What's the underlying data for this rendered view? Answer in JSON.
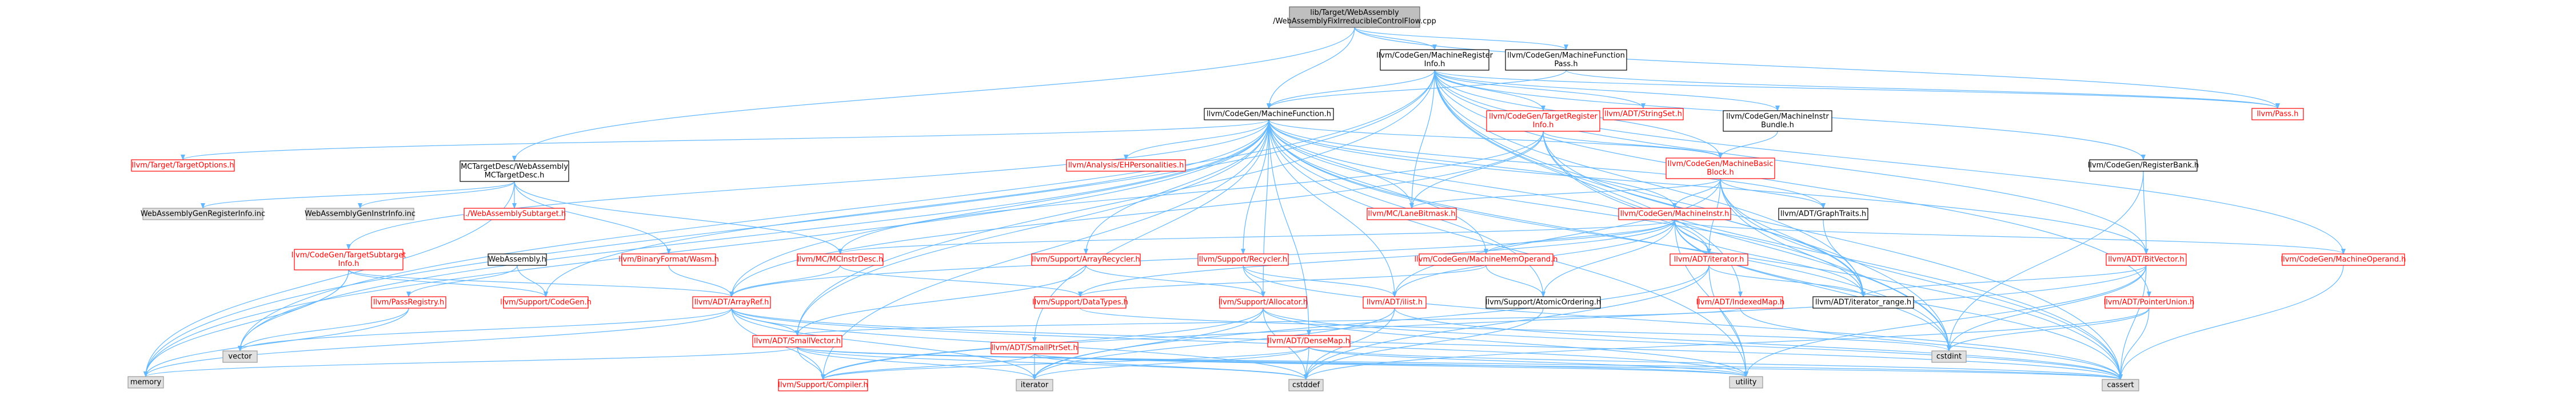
{
  "colors": {
    "edge": "#63b8ff",
    "root_fill": "#bfbfbf",
    "root_border": "#666666",
    "local_border": "#000000",
    "missing_border": "#ff0000",
    "system_fill": "#e0e0e0",
    "system_border": "#999999",
    "label_normal": "#000000",
    "label_missing": "#ff0000"
  },
  "nodes": [
    {
      "id": "root",
      "lines": [
        "lib/Target/WebAssembly",
        "/WebAssemblyFixIrreducibleControlFlow.cpp"
      ],
      "style": "root"
    },
    {
      "id": "mri",
      "lines": [
        "llvm/CodeGen/MachineRegister",
        "Info.h"
      ],
      "style": "local"
    },
    {
      "id": "mfpass",
      "lines": [
        "llvm/CodeGen/MachineFunction",
        "Pass.h"
      ],
      "style": "local"
    },
    {
      "id": "mcdesc",
      "lines": [
        "MCTargetDesc/WebAssembly",
        "MCTargetDesc.h"
      ],
      "style": "local"
    },
    {
      "id": "mf",
      "lines": [
        "llvm/CodeGen/MachineFunction.h"
      ],
      "style": "local"
    },
    {
      "id": "pass",
      "lines": [
        "llvm/Pass.h"
      ],
      "style": "missing"
    },
    {
      "id": "tri",
      "lines": [
        "llvm/CodeGen/TargetRegister",
        "Info.h"
      ],
      "style": "missing"
    },
    {
      "id": "stringset",
      "lines": [
        "llvm/ADT/StringSet.h"
      ],
      "style": "missing"
    },
    {
      "id": "mib",
      "lines": [
        "llvm/CodeGen/MachineInstr",
        "Bundle.h"
      ],
      "style": "local"
    },
    {
      "id": "regbank",
      "lines": [
        "llvm/CodeGen/RegisterBank.h"
      ],
      "style": "local"
    },
    {
      "id": "targetopt",
      "lines": [
        "llvm/Target/TargetOptions.h"
      ],
      "style": "missing"
    },
    {
      "id": "ehpers",
      "lines": [
        "llvm/Analysis/EHPersonalities.h"
      ],
      "style": "missing"
    },
    {
      "id": "mbb",
      "lines": [
        "llvm/CodeGen/MachineBasic",
        "Block.h"
      ],
      "style": "missing"
    },
    {
      "id": "genreg",
      "lines": [
        "WebAssemblyGenRegisterInfo.inc"
      ],
      "style": "system"
    },
    {
      "id": "geninstr",
      "lines": [
        "WebAssemblyGenInstrInfo.inc"
      ],
      "style": "system"
    },
    {
      "id": "wasmsub",
      "lines": [
        "../WebAssemblySubtarget.h"
      ],
      "style": "missing"
    },
    {
      "id": "lanebm",
      "lines": [
        "llvm/MC/LaneBitmask.h"
      ],
      "style": "missing"
    },
    {
      "id": "mi",
      "lines": [
        "llvm/CodeGen/MachineInstr.h"
      ],
      "style": "missing"
    },
    {
      "id": "graphtraits",
      "lines": [
        "llvm/ADT/GraphTraits.h"
      ],
      "style": "local"
    },
    {
      "id": "tsi",
      "lines": [
        "llvm/CodeGen/TargetSubtarget",
        "Info.h"
      ],
      "style": "missing"
    },
    {
      "id": "wasm",
      "lines": [
        "WebAssembly.h"
      ],
      "style": "local"
    },
    {
      "id": "binwasm",
      "lines": [
        "llvm/BinaryFormat/Wasm.h"
      ],
      "style": "missing"
    },
    {
      "id": "mcinstr",
      "lines": [
        "llvm/MC/MCInstrDesc.h"
      ],
      "style": "missing"
    },
    {
      "id": "arrrec",
      "lines": [
        "llvm/Support/ArrayRecycler.h"
      ],
      "style": "missing"
    },
    {
      "id": "recycler",
      "lines": [
        "llvm/Support/Recycler.h"
      ],
      "style": "missing"
    },
    {
      "id": "mmo",
      "lines": [
        "llvm/CodeGen/MachineMemOperand.h"
      ],
      "style": "missing"
    },
    {
      "id": "iterator",
      "lines": [
        "llvm/ADT/iterator.h"
      ],
      "style": "missing"
    },
    {
      "id": "bitvector",
      "lines": [
        "llvm/ADT/BitVector.h"
      ],
      "style": "missing"
    },
    {
      "id": "mop",
      "lines": [
        "llvm/CodeGen/MachineOperand.h"
      ],
      "style": "missing"
    },
    {
      "id": "passreg",
      "lines": [
        "llvm/PassRegistry.h"
      ],
      "style": "missing"
    },
    {
      "id": "codegen",
      "lines": [
        "llvm/Support/CodeGen.h"
      ],
      "style": "missing"
    },
    {
      "id": "arrayref",
      "lines": [
        "llvm/ADT/ArrayRef.h"
      ],
      "style": "missing"
    },
    {
      "id": "datatypes",
      "lines": [
        "llvm/Support/DataTypes.h"
      ],
      "style": "missing"
    },
    {
      "id": "allocator",
      "lines": [
        "llvm/Support/Allocator.h"
      ],
      "style": "missing"
    },
    {
      "id": "ilist",
      "lines": [
        "llvm/ADT/ilist.h"
      ],
      "style": "missing"
    },
    {
      "id": "atomic",
      "lines": [
        "llvm/Support/AtomicOrdering.h"
      ],
      "style": "local"
    },
    {
      "id": "indexedmap",
      "lines": [
        "llvm/ADT/IndexedMap.h"
      ],
      "style": "missing"
    },
    {
      "id": "itrange",
      "lines": [
        "llvm/ADT/iterator_range.h"
      ],
      "style": "local"
    },
    {
      "id": "ptrunion",
      "lines": [
        "llvm/ADT/PointerUnion.h"
      ],
      "style": "missing"
    },
    {
      "id": "vector",
      "lines": [
        "vector"
      ],
      "style": "system"
    },
    {
      "id": "smallvector",
      "lines": [
        "llvm/ADT/SmallVector.h"
      ],
      "style": "missing"
    },
    {
      "id": "smallptrset",
      "lines": [
        "llvm/ADT/SmallPtrSet.h"
      ],
      "style": "missing"
    },
    {
      "id": "densemap",
      "lines": [
        "llvm/ADT/DenseMap.h"
      ],
      "style": "missing"
    },
    {
      "id": "cstdint",
      "lines": [
        "cstdint"
      ],
      "style": "system"
    },
    {
      "id": "memory",
      "lines": [
        "memory"
      ],
      "style": "system"
    },
    {
      "id": "compiler",
      "lines": [
        "llvm/Support/Compiler.h"
      ],
      "style": "missing"
    },
    {
      "id": "iteratorstd",
      "lines": [
        "iterator"
      ],
      "style": "system"
    },
    {
      "id": "cstddef",
      "lines": [
        "cstddef"
      ],
      "style": "system"
    },
    {
      "id": "utility",
      "lines": [
        "utility"
      ],
      "style": "system"
    },
    {
      "id": "cassert",
      "lines": [
        "cassert"
      ],
      "style": "system"
    }
  ],
  "edges": [
    [
      "root",
      "mri"
    ],
    [
      "root",
      "mfpass"
    ],
    [
      "root",
      "mcdesc"
    ],
    [
      "root",
      "mf"
    ],
    [
      "root",
      "pass"
    ],
    [
      "mri",
      "mf"
    ],
    [
      "mri",
      "tri"
    ],
    [
      "mri",
      "stringset"
    ],
    [
      "mri",
      "mib"
    ],
    [
      "mri",
      "regbank"
    ],
    [
      "mri",
      "mbb"
    ],
    [
      "mri",
      "lanebm"
    ],
    [
      "mri",
      "bitvector"
    ],
    [
      "mri",
      "ptrunion"
    ],
    [
      "mri",
      "indexedmap"
    ],
    [
      "mri",
      "itrange"
    ],
    [
      "mri",
      "smallvector"
    ],
    [
      "mri",
      "memory"
    ],
    [
      "mri",
      "vector"
    ],
    [
      "mri",
      "cassert"
    ],
    [
      "mri",
      "cstdint"
    ],
    [
      "mri",
      "pass"
    ],
    [
      "mri",
      "mop"
    ],
    [
      "mfpass",
      "mf"
    ],
    [
      "mfpass",
      "pass"
    ],
    [
      "mcdesc",
      "genreg"
    ],
    [
      "mcdesc",
      "geninstr"
    ],
    [
      "mcdesc",
      "wasmsub"
    ],
    [
      "mcdesc",
      "binwasm"
    ],
    [
      "mcdesc",
      "mcinstr"
    ],
    [
      "mcdesc",
      "memory"
    ],
    [
      "mf",
      "targetopt"
    ],
    [
      "mf",
      "ehpers"
    ],
    [
      "mf",
      "mbb"
    ],
    [
      "mf",
      "mi"
    ],
    [
      "mf",
      "tsi"
    ],
    [
      "mf",
      "arrrec"
    ],
    [
      "mf",
      "recycler"
    ],
    [
      "mf",
      "mmo"
    ],
    [
      "mf",
      "iterator"
    ],
    [
      "mf",
      "ilist"
    ],
    [
      "mf",
      "allocator"
    ],
    [
      "mf",
      "arrayref"
    ],
    [
      "mf",
      "smallvector"
    ],
    [
      "mf",
      "densemap"
    ],
    [
      "mf",
      "bitvector"
    ],
    [
      "mf",
      "graphtraits"
    ],
    [
      "mf",
      "compiler"
    ],
    [
      "mf",
      "atomic"
    ],
    [
      "mf",
      "cassert"
    ],
    [
      "mf",
      "cstdint"
    ],
    [
      "mf",
      "memory"
    ],
    [
      "mf",
      "vector"
    ],
    [
      "mf",
      "utility"
    ],
    [
      "mf",
      "smallptrset"
    ],
    [
      "mf",
      "lanebm"
    ],
    [
      "mf",
      "itrange"
    ],
    [
      "mf",
      "codegen"
    ],
    [
      "tri",
      "mbb"
    ],
    [
      "tri",
      "lanebm"
    ],
    [
      "tri",
      "mcinstr"
    ],
    [
      "tri",
      "arrayref"
    ],
    [
      "tri",
      "itrange"
    ],
    [
      "tri",
      "cstdint"
    ],
    [
      "tri",
      "cassert"
    ],
    [
      "mib",
      "mbb"
    ],
    [
      "regbank",
      "bitvector"
    ],
    [
      "regbank",
      "cstdint"
    ],
    [
      "mbb",
      "lanebm"
    ],
    [
      "mbb",
      "mi"
    ],
    [
      "mbb",
      "graphtraits"
    ],
    [
      "mbb",
      "itrange"
    ],
    [
      "mbb",
      "ilist"
    ],
    [
      "mbb",
      "iterator"
    ],
    [
      "mbb",
      "cassert"
    ],
    [
      "mbb",
      "cstdint"
    ],
    [
      "mi",
      "mmo"
    ],
    [
      "mi",
      "mop"
    ],
    [
      "mi",
      "mcinstr"
    ],
    [
      "mi",
      "arrayref"
    ],
    [
      "mi",
      "iterator"
    ],
    [
      "mi",
      "ilist"
    ],
    [
      "mi",
      "atomic"
    ],
    [
      "mi",
      "itrange"
    ],
    [
      "mi",
      "datatypes"
    ],
    [
      "mi",
      "utility"
    ],
    [
      "mi",
      "cassert"
    ],
    [
      "mi",
      "cstdint"
    ],
    [
      "graphtraits",
      "itrange"
    ],
    [
      "tsi",
      "arrayref"
    ],
    [
      "tsi",
      "codegen"
    ],
    [
      "tsi",
      "vector"
    ],
    [
      "tsi",
      "memory"
    ],
    [
      "wasm",
      "passreg"
    ],
    [
      "wasm",
      "codegen"
    ],
    [
      "binwasm",
      "arrayref"
    ],
    [
      "mcinstr",
      "arrayref"
    ],
    [
      "mcinstr",
      "datatypes"
    ],
    [
      "arrrec",
      "allocator"
    ],
    [
      "arrrec",
      "smallvector"
    ],
    [
      "recycler",
      "allocator"
    ],
    [
      "recycler",
      "ilist"
    ],
    [
      "recycler",
      "cassert"
    ],
    [
      "mmo",
      "atomic"
    ],
    [
      "mmo",
      "datatypes"
    ],
    [
      "iterator",
      "itrange"
    ],
    [
      "iterator",
      "cstddef"
    ],
    [
      "iterator",
      "iteratorstd"
    ],
    [
      "iterator",
      "utility"
    ],
    [
      "bitvector",
      "itrange"
    ],
    [
      "bitvector",
      "cassert"
    ],
    [
      "bitvector",
      "cstdint"
    ],
    [
      "bitvector",
      "utility"
    ],
    [
      "bitvector",
      "compiler"
    ],
    [
      "mop",
      "cassert"
    ],
    [
      "passreg",
      "vector"
    ],
    [
      "passreg",
      "memory"
    ],
    [
      "arrayref",
      "smallvector"
    ],
    [
      "arrayref",
      "compiler"
    ],
    [
      "arrayref",
      "cassert"
    ],
    [
      "arrayref",
      "cstddef"
    ],
    [
      "arrayref",
      "iteratorstd"
    ],
    [
      "arrayref",
      "memory"
    ],
    [
      "arrayref",
      "vector"
    ],
    [
      "arrayref",
      "utility"
    ],
    [
      "datatypes",
      "cstdint"
    ],
    [
      "allocator",
      "compiler"
    ],
    [
      "allocator",
      "cassert"
    ],
    [
      "allocator",
      "cstddef"
    ],
    [
      "allocator",
      "iteratorstd"
    ],
    [
      "allocator",
      "utility"
    ],
    [
      "ilist",
      "cassert"
    ],
    [
      "ilist",
      "cstddef"
    ],
    [
      "ilist",
      "iteratorstd"
    ],
    [
      "atomic",
      "cstddef"
    ],
    [
      "indexedmap",
      "smallvector"
    ],
    [
      "indexedmap",
      "cassert"
    ],
    [
      "ptrunion",
      "cassert"
    ],
    [
      "ptrunion",
      "cstddef"
    ],
    [
      "ptrunion",
      "cstdint"
    ],
    [
      "smallvector",
      "compiler"
    ],
    [
      "smallvector",
      "cassert"
    ],
    [
      "smallvector",
      "cstddef"
    ],
    [
      "smallvector",
      "iteratorstd"
    ],
    [
      "smallvector",
      "memory"
    ],
    [
      "smallvector",
      "utility"
    ],
    [
      "smallptrset",
      "compiler"
    ],
    [
      "smallptrset",
      "cassert"
    ],
    [
      "smallptrset",
      "cstddef"
    ],
    [
      "smallptrset",
      "iteratorstd"
    ],
    [
      "smallptrset",
      "utility"
    ],
    [
      "densemap",
      "compiler"
    ],
    [
      "densemap",
      "cassert"
    ],
    [
      "densemap",
      "cstddef"
    ],
    [
      "densemap",
      "iteratorstd"
    ],
    [
      "densemap",
      "utility"
    ]
  ]
}
